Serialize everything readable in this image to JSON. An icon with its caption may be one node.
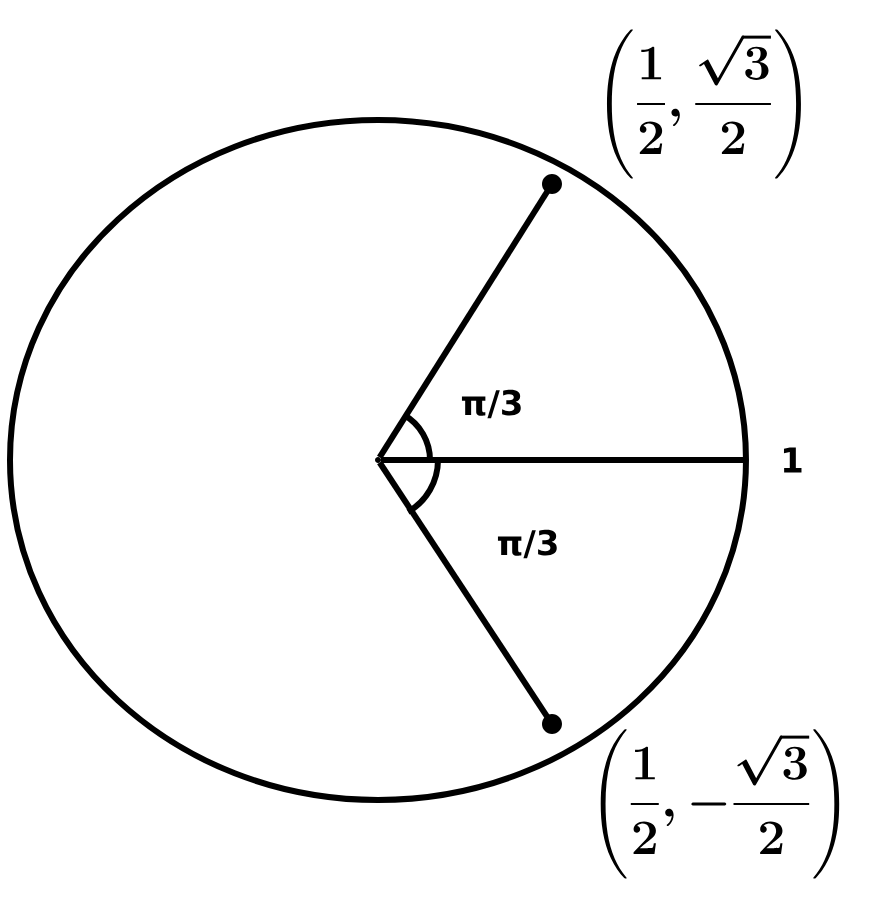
{
  "diagram": {
    "nodes": [
      {
        "text": [],
        "shape": "point"
      },
      {
        "text": [],
        "shape": "circle"
      },
      {
        "text": [
          "1"
        ]
      },
      {
        "text": [],
        "shape": "circle"
      }
    ],
    "edges": [
      {
        "from": 0,
        "to": 1,
        "arrow": "none"
      },
      {
        "from": 0,
        "to": 2,
        "arrow": "none"
      },
      {
        "from": 0,
        "to": 3,
        "arrow": "none"
      }
    ],
    "labels": [
      "\\left(\\frac{1}{2},\\frac{\\sqrt{3}}{2}\\right)",
      "π/3",
      "π/3",
      "\\left(\\frac{1}{2},-\\frac{\\sqrt{3}}{2}\\right)"
    ]
  }
}
